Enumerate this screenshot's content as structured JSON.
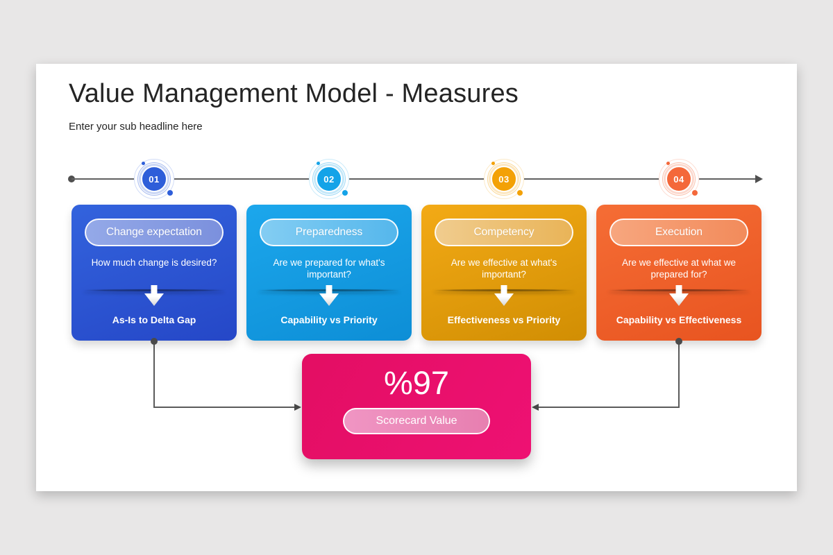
{
  "header": {
    "title": "Value Management Model - Measures",
    "subtitle": "Enter your sub headline here"
  },
  "colors": {
    "page_background": "#e8e7e7",
    "slide_background": "#ffffff",
    "timeline_line": "#606060",
    "connector_line": "#5a5a5a"
  },
  "steps": [
    {
      "number": "01",
      "accent": "#2e5ed9",
      "card_gradient": {
        "from": "#3363dd",
        "to": "#2547c7"
      },
      "pill_gradient": {
        "from": "#94a9e8",
        "to": "#7b90dd"
      },
      "title": "Change expectation",
      "question": "How much change is desired?",
      "result": "As-Is to Delta Gap"
    },
    {
      "number": "02",
      "accent": "#14a3e8",
      "card_gradient": {
        "from": "#1ca7ec",
        "to": "#0d8ed6"
      },
      "pill_gradient": {
        "from": "#83cdf3",
        "to": "#55b7ec"
      },
      "title": "Preparedness",
      "question": "Are we prepared for what's important?",
      "result": "Capability vs Priority"
    },
    {
      "number": "03",
      "accent": "#f3a106",
      "card_gradient": {
        "from": "#f3aa16",
        "to": "#d18e03"
      },
      "pill_gradient": {
        "from": "#f0cc8e",
        "to": "#e9b458"
      },
      "title": "Competency",
      "question": "Are we effective at what's important?",
      "result": "Effectiveness vs Priority"
    },
    {
      "number": "04",
      "accent": "#f4683a",
      "card_gradient": {
        "from": "#f56d35",
        "to": "#e85420"
      },
      "pill_gradient": {
        "from": "#f7a67e",
        "to": "#f28b5b"
      },
      "title": "Execution",
      "question": "Are we effective at what we prepared for?",
      "result": "Capability vs Effectiveness"
    }
  ],
  "scorecard": {
    "value": "%97",
    "label": "Scorecard Value",
    "card_gradient": {
      "from": "#e30e63",
      "to": "#ee1173"
    },
    "pill_gradient": {
      "from": "#f095c3",
      "to": "#e77fb0"
    }
  }
}
